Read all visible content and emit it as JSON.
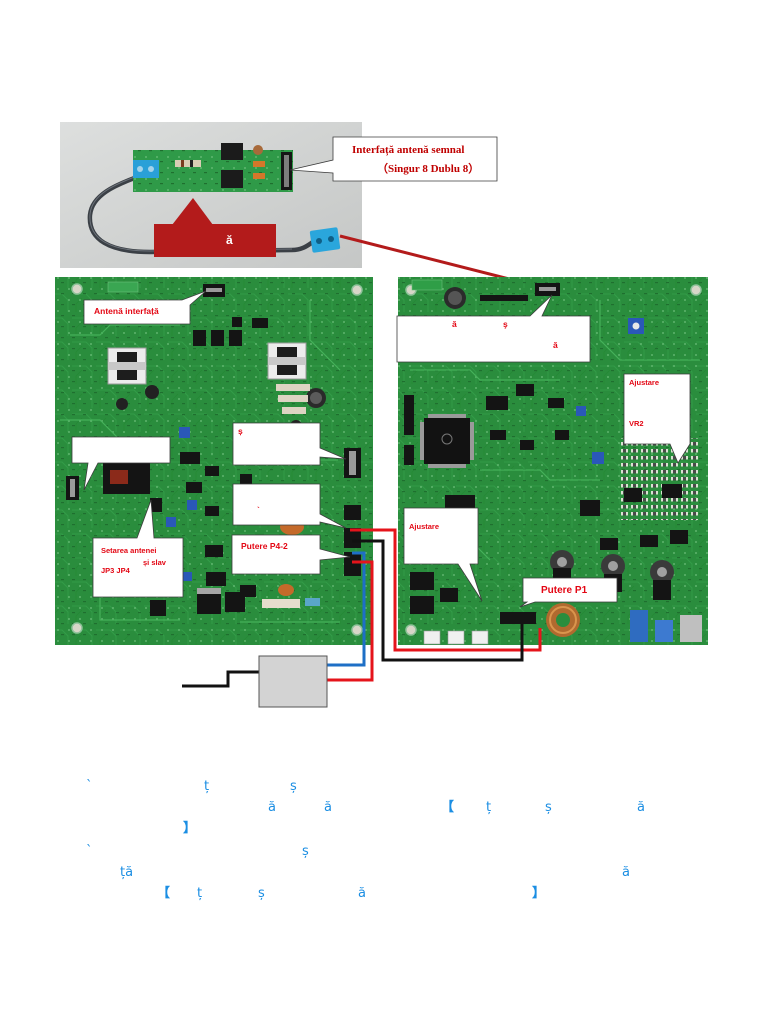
{
  "labels": {
    "antenna_signal_interface": {
      "title": "Interfață antenă semnal",
      "subtitle": "（Singur 8 Dublu 8）"
    },
    "red_banner": "ă",
    "left_board": {
      "antenna_interface": "Antenă interfață",
      "s_callout": "ș",
      "grave_callout": "`",
      "power_p4_2": "Putere P4-2",
      "antenna_setting": {
        "line1": "Setarea antenei",
        "line2": "și slav",
        "line3": "JP3 JP4"
      }
    },
    "right_board": {
      "top_callout": {
        "a1": "ă",
        "s": "ş",
        "a2": "ă"
      },
      "adjust_vr2": {
        "line1": "Ajustare",
        "line2": "VR2"
      },
      "adjust": "Ajustare",
      "power_p1": "Putere P1"
    }
  },
  "notes": {
    "line1": [
      "`",
      "ț",
      "ș"
    ],
    "line2": [
      "ă",
      "ă",
      "【",
      "ț",
      "ș",
      "ă"
    ],
    "line3": [
      "】"
    ],
    "line4": [
      "`",
      "ș"
    ],
    "line5": [
      "ță",
      "ă"
    ],
    "line6": [
      "【",
      "ț",
      "ș",
      "ă",
      "】"
    ]
  },
  "colors": {
    "callout_text": "#e30613",
    "title_text": "#c00000",
    "note_text": "#1b8ee3",
    "banner": "#b31b1b",
    "pcb_green": "#2a8d3d",
    "wire_red": "#e5141b",
    "wire_blue": "#1e6fc6",
    "wire_black": "#111111"
  }
}
